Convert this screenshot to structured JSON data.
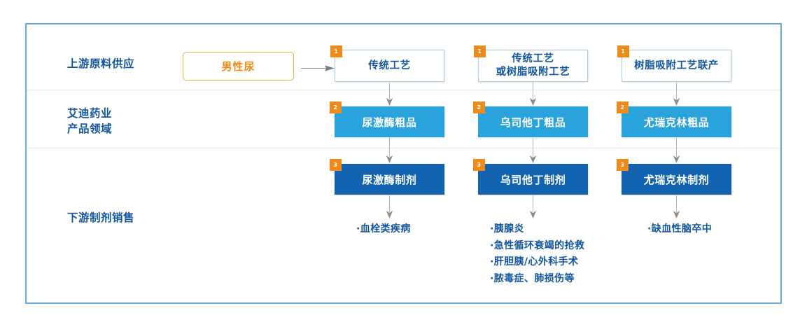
{
  "frame": {
    "accent_border": "#6aa8d8",
    "divider_color": "#e3e9ee"
  },
  "colors": {
    "label_blue": "#12569e",
    "badge_orange": "#f08a18",
    "source_border": "#e3b33c",
    "source_text": "#f08a18",
    "level1_border": "#a9cfe8",
    "level2_fill": "#29a3dc",
    "level3_fill": "#1263b0",
    "arrow_gray": "#8c8c8c"
  },
  "stages": [
    {
      "id": "upstream",
      "label": "上游原料供应"
    },
    {
      "id": "company",
      "label": "艾迪药业\n产品领域"
    },
    {
      "id": "downstream",
      "label": "下游制剂销售"
    }
  ],
  "source": {
    "label": "男性尿",
    "arrow_icon": "arrow-right-icon"
  },
  "columns": [
    {
      "id": "urokinase",
      "level1": {
        "badge": "1",
        "text": "传统工艺"
      },
      "level2": {
        "badge": "2",
        "text": "尿激酶粗品"
      },
      "level3": {
        "badge": "3",
        "text": "尿激酶制剂"
      },
      "indications": [
        "·血栓类疾病"
      ]
    },
    {
      "id": "ulinastatin",
      "level1": {
        "badge": "1",
        "text": "传统工艺\n或树脂吸附工艺"
      },
      "level2": {
        "badge": "2",
        "text": "乌司他丁粗品"
      },
      "level3": {
        "badge": "3",
        "text": "乌司他丁制剂"
      },
      "indications": [
        "·胰腺炎",
        "·急性循环衰竭的抢救",
        "·肝胆胰/心外科手术",
        "·脓毒症、肺损伤等"
      ]
    },
    {
      "id": "urinary-kallidinogenase",
      "level1": {
        "badge": "1",
        "text": "树脂吸附工艺联产"
      },
      "level2": {
        "badge": "2",
        "text": "尤瑞克林粗品"
      },
      "level3": {
        "badge": "3",
        "text": "尤瑞克林制剂"
      },
      "indications": [
        "·缺血性脑卒中"
      ]
    }
  ]
}
